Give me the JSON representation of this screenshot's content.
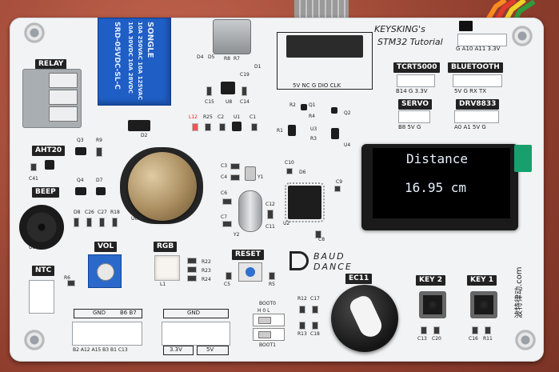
{
  "board": {
    "title_line1": "KEYSKING's",
    "title_line2": "STM32 Tutorial",
    "brand_line1": "BAUD",
    "brand_line2": "DANCE",
    "website": "波特律动.com"
  },
  "modules": {
    "relay": "RELAY",
    "aht20": "AHT20",
    "beep": "BEEP",
    "ntc": "NTC",
    "vol": "VOL",
    "rgb": "RGB",
    "reset": "RESET",
    "ec11": "EC11",
    "key2": "KEY 2",
    "key1": "KEY 1",
    "tcrt5000": "TCRT5000",
    "bluetooth": "BLUETOOTH",
    "servo": "SERVO",
    "drv8833": "DRV8833"
  },
  "pins": {
    "swd": "5V  NC  G  DIO CLK",
    "uart_hdr": "G A10 A11 3.3V",
    "tcrt": "B14 G  3.3V",
    "bluetooth": "5V  G  RX  TX",
    "servo": "B8  5V  G",
    "drv": "A0  A1  5V  G",
    "gnd_left": "GND",
    "b6b7": "B6 B7",
    "bottom_left": "B2 A12 A15 B3 B1 C13",
    "gnd_right": "GND",
    "v33": "3.3V",
    "v5": "5V",
    "boot0": "BOOT0",
    "h0l": "H  0  L",
    "boot1": "BOOT1"
  },
  "relay_text": {
    "brand": "SONGLE",
    "l1": "SRD-05VDC-SL-C",
    "l2": "10A 250VAC 10A 125VAC",
    "l3": "10A 30VDC 10A 28VDC"
  },
  "oled": {
    "line1": "Distance",
    "line2": "16.95 cm"
  },
  "refs": {
    "d4": "D4",
    "d5": "D5",
    "r8": "R8",
    "r7": "R7",
    "d1": "D1",
    "c19": "C19",
    "c15": "C15",
    "u8": "U8",
    "c14": "C14",
    "d2": "D2",
    "l12": "L12",
    "r25": "R25",
    "c2": "C2",
    "u1": "U1",
    "c1": "C1",
    "r2": "R2",
    "q1": "Q1",
    "r4": "R4",
    "q2": "Q2",
    "r1": "R1",
    "u3": "U3",
    "r3": "R3",
    "u4": "U4",
    "q3": "Q3",
    "r9": "R9",
    "c41": "C41",
    "q4": "Q4",
    "d7": "D7",
    "d8": "D8",
    "c26": "C26",
    "c27": "C27",
    "r18": "R18",
    "u9": "U9",
    "u6": "U6",
    "c3": "C3",
    "c4": "C4",
    "y1": "Y1",
    "c10": "C10",
    "d6": "D6",
    "c9": "C9",
    "c6": "C6",
    "c7": "C7",
    "c12": "C12",
    "c11": "C11",
    "u2": "U2",
    "y2": "Y2",
    "c8": "C8",
    "r6": "R6",
    "r22": "R22",
    "r23": "R23",
    "r24": "R24",
    "l1": "L1",
    "c5": "C5",
    "r5": "R5",
    "r12": "R12",
    "c17": "C17",
    "r13": "R13",
    "c18": "C18",
    "c13": "C13",
    "c20": "C20",
    "c16": "C16",
    "r11": "R11"
  },
  "colors": {
    "pcb": "#f2f3f4",
    "relay_blue": "#1f5ec4",
    "oled_text": "#e8f1ff",
    "label_bg": "#222222"
  }
}
